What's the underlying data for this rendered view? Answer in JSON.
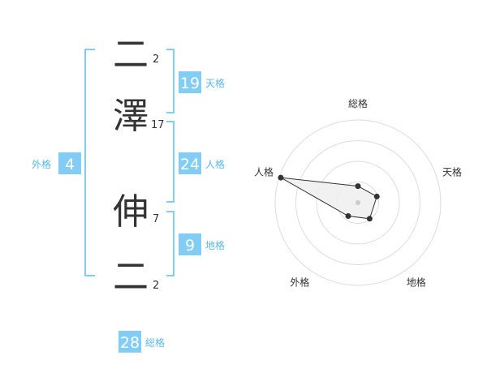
{
  "name": {
    "characters": [
      {
        "char": "二",
        "strokes": "2"
      },
      {
        "char": "澤",
        "strokes": "17"
      },
      {
        "char": "伸",
        "strokes": "7"
      },
      {
        "char": "二",
        "strokes": "2"
      }
    ]
  },
  "fortune": {
    "tenkaku": {
      "value": "19",
      "label": "天格"
    },
    "jinkaku": {
      "value": "24",
      "label": "人格"
    },
    "chikaku": {
      "value": "9",
      "label": "地格"
    },
    "gaikaku": {
      "value": "4",
      "label": "外格"
    },
    "soukaku": {
      "value": "28",
      "label": "総格"
    }
  },
  "colors": {
    "accent": "#81cdf6",
    "bracket": "#81cdf6",
    "label": "#5bb8ea",
    "ring": "#dddddd",
    "polygon_fill": "#eeeeee",
    "polygon_stroke": "#333333"
  },
  "chart_data": {
    "type": "radar",
    "axes": [
      "総格",
      "天格",
      "地格",
      "外格",
      "人格"
    ],
    "values": [
      0.2,
      0.24,
      0.24,
      0.2,
      0.98
    ],
    "rings": 4,
    "range": [
      0,
      1
    ]
  }
}
